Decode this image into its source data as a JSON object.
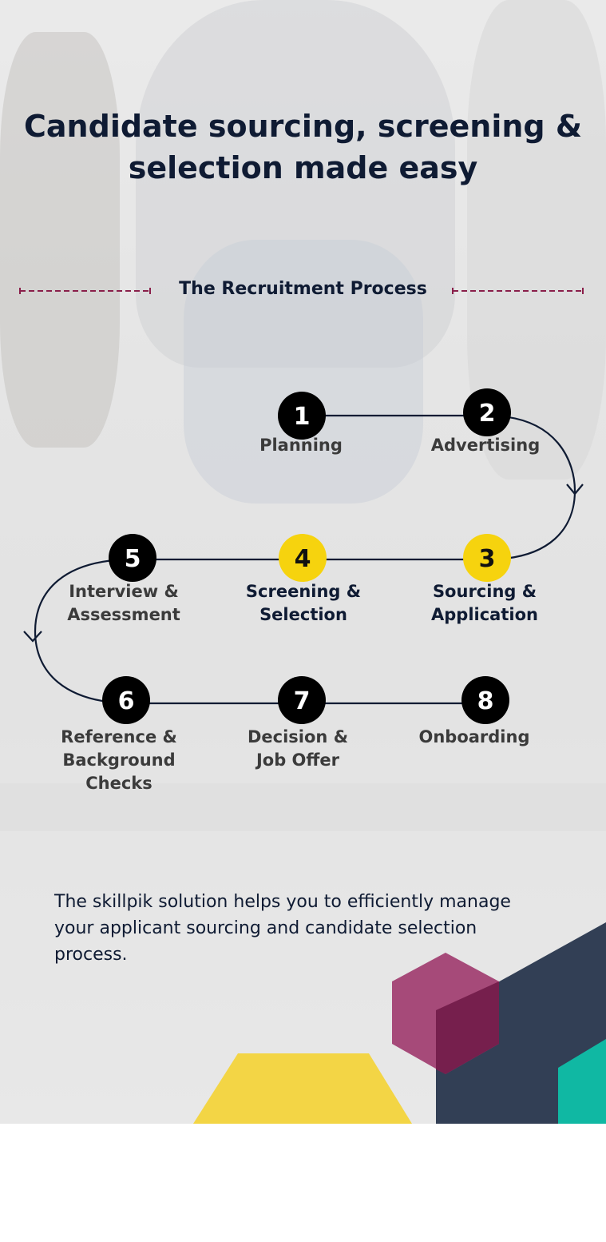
{
  "headline": "Candidate sourcing, screening & selection made easy",
  "section_label": "The Recruitment Process",
  "steps": [
    {
      "number": "1",
      "label": "Planning",
      "highlight": false
    },
    {
      "number": "2",
      "label": "Advertising",
      "highlight": false
    },
    {
      "number": "3",
      "label": "Sourcing &\nApplication",
      "highlight": true
    },
    {
      "number": "4",
      "label": "Screening &\nSelection",
      "highlight": true
    },
    {
      "number": "5",
      "label": "Interview &\nAssessment",
      "highlight": false
    },
    {
      "number": "6",
      "label": "Reference &\nBackground\nChecks",
      "highlight": false
    },
    {
      "number": "7",
      "label": "Decision &\nJob Offer",
      "highlight": false
    },
    {
      "number": "8",
      "label": "Onboarding",
      "highlight": false
    }
  ],
  "description": "The skillpik solution helps you to efficiently manage your applicant sourcing and candidate selection process.",
  "colors": {
    "navy": "#0f1b33",
    "highlight_yellow": "#f6d30e",
    "dash_accent": "#8a1f4a",
    "hex_magenta": "#a64a79",
    "hex_dark_magenta": "#761f4d",
    "panel_slate": "#323f55",
    "teal": "#10b8a3",
    "trapezoid_yellow": "#f3d545"
  }
}
